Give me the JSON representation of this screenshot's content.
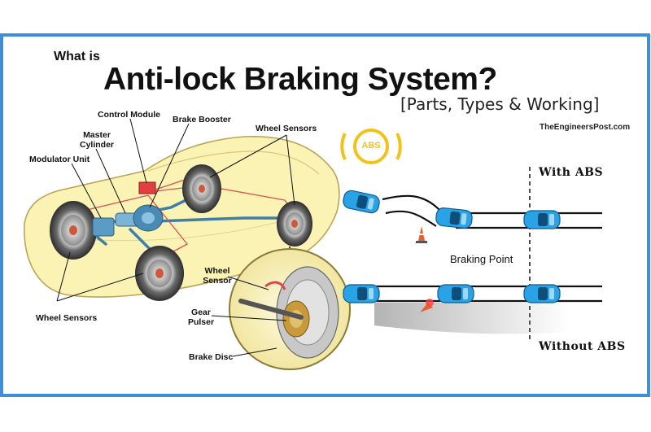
{
  "header": {
    "prefix": "What is",
    "title": "Anti-lock Braking System?",
    "subtitle": "[Parts, Types & Working]",
    "source": "TheEngineersPost.com"
  },
  "parts": {
    "control_module": "Control Module",
    "brake_booster": "Brake Booster",
    "master_cylinder_1": "Master",
    "master_cylinder_2": "Cylinder",
    "modulator_unit": "Modulator Unit",
    "wheel_sensors_top": "Wheel Sensors",
    "wheel_sensors_bottom": "Wheel Sensors",
    "wheel_sensor_1": "Wheel",
    "wheel_sensor_2": "Sensor",
    "gear_pulser_1": "Gear",
    "gear_pulser_2": "Pulser",
    "brake_disc": "Brake Disc"
  },
  "comparison": {
    "badge": "ABS",
    "with_abs": "With ABS",
    "without_abs": "Without ABS",
    "braking_point": "Braking Point"
  },
  "colors": {
    "frame": "#3d8fd9",
    "car_body": "#fbf3b4",
    "car_outline": "#b8a55a",
    "pipe": "#3f7fa6",
    "wire": "#d9534f",
    "badge": "#f2c21a",
    "car_blue": "#2aa3e6"
  }
}
